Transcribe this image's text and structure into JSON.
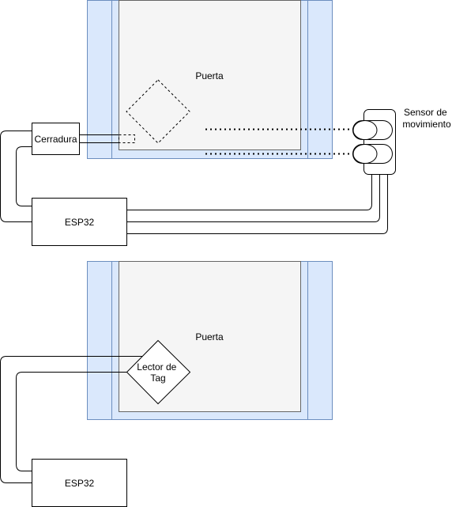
{
  "colors": {
    "frame_fill": "#dae8fc",
    "frame_stroke": "#6c8ebf",
    "door_fill": "#f5f5f5",
    "door_stroke": "#666666",
    "line": "#000000"
  },
  "top_scene": {
    "door_label": "Puerta",
    "lock_label": "Cerradura",
    "controller_label": "ESP32",
    "sensor_label_line1": "Sensor de",
    "sensor_label_line2": "movimiento"
  },
  "bottom_scene": {
    "door_label": "Puerta",
    "reader_label_line1": "Lector de",
    "reader_label_line2": "Tag",
    "controller_label": "ESP32"
  }
}
